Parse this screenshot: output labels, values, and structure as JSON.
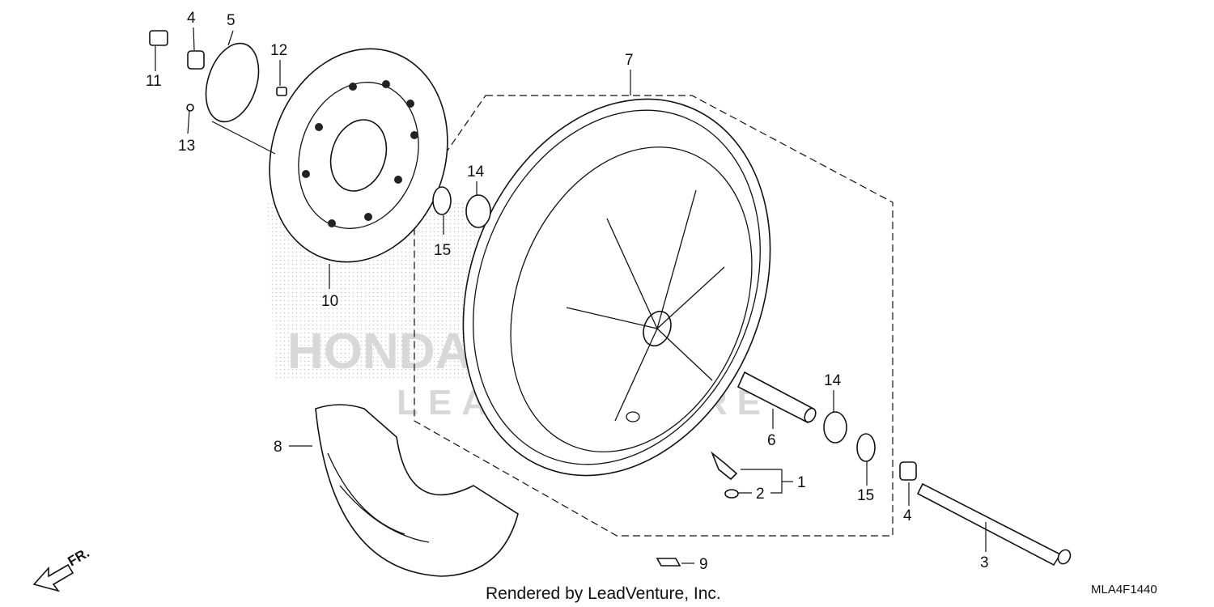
{
  "diagram": {
    "callouts": {
      "c1": "1",
      "c2": "2",
      "c3": "3",
      "c4a": "4",
      "c4b": "4",
      "c5": "5",
      "c6": "6",
      "c7": "7",
      "c8": "8",
      "c9": "9",
      "c10": "10",
      "c11": "11",
      "c12": "12",
      "c13": "13",
      "c14a": "14",
      "c14b": "14",
      "c15a": "15",
      "c15b": "15"
    },
    "credit": "Rendered by LeadVenture, Inc.",
    "diagram_code": "MLA4F1440",
    "direction_label": "FR.",
    "watermark_text": "LEADVENTURE",
    "watermark_brand": "HONDA"
  }
}
